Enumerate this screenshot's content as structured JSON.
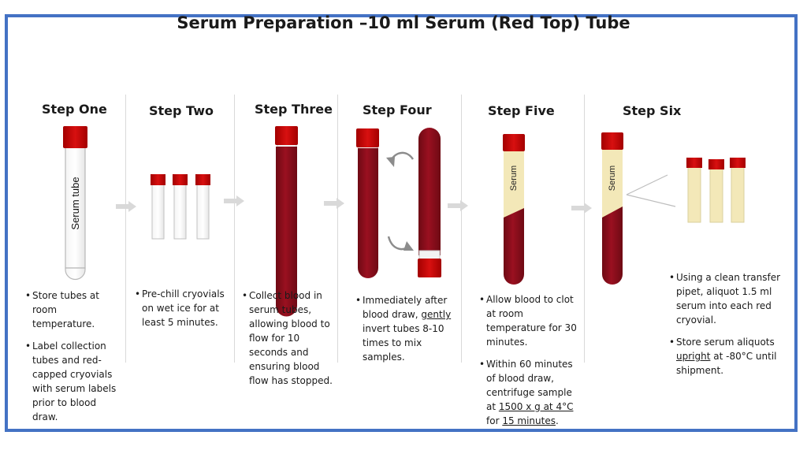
{
  "title": "Serum Preparation –10 ml Serum (Red Top) Tube",
  "steps": [
    {
      "heading": "Step One",
      "bullets": [
        "Store tubes at room temperature.",
        "Label collection tubes and red-capped cryovials with serum labels prior to blood draw."
      ]
    },
    {
      "heading": "Step Two",
      "bullets": [
        "Pre-chill cryovials on wet ice for at least 5 minutes."
      ]
    },
    {
      "heading": "Step Three",
      "bullets": [
        "Collect blood in serum tubes, allowing blood to flow for 10 seconds and ensuring blood flow has stopped."
      ]
    },
    {
      "heading": "Step Four",
      "b1_pre": "Immediately after blood draw, ",
      "b1_u": "gently",
      "b1_post": " invert tubes 8-10 times to mix samples."
    },
    {
      "heading": "Step Five",
      "b1": "Allow blood to clot at room temperature for 30 minutes.",
      "b2_pre": "Within 60 minutes of blood draw, centrifuge sample at ",
      "b2_u1": "1500 x g at 4°C",
      "b2_mid": " for ",
      "b2_u2": "15 minutes",
      "b2_post": "."
    },
    {
      "heading": "Step Six",
      "b1": "Using a clean transfer pipet, aliquot 1.5 ml serum into each red cryovial.",
      "b2_pre": "Store serum aliquots ",
      "b2_u": "upright",
      "b2_post": " at -80°C until shipment."
    }
  ],
  "tube_labels": {
    "serum_tube": "Serum tube",
    "serum": "Serum"
  },
  "colors": {
    "border": "#4472c4",
    "cap": "#c00000",
    "blood": "#8b0d1a",
    "serum": "#f3e8b8",
    "arrow": "#d9d9d9"
  }
}
